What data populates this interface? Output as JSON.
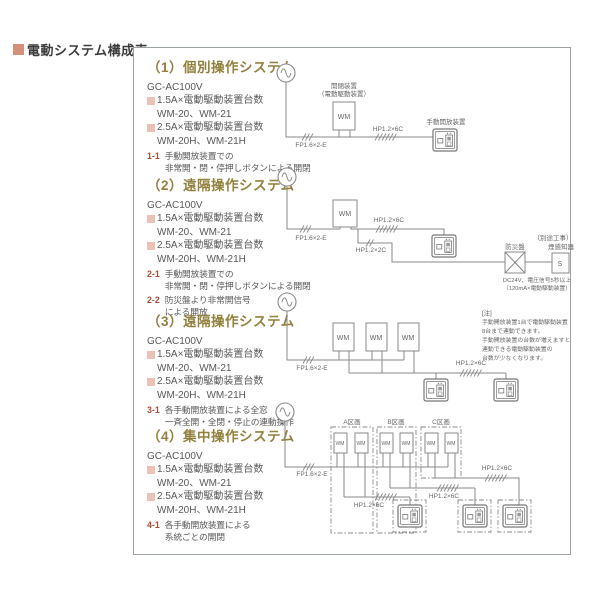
{
  "page_title": "電動システム構成表",
  "colors": {
    "heading_gold": "#92803e",
    "note_number_rust": "#b14c33",
    "spec_bullet_pink": "#eac2b7",
    "title_bullet_salmon": "#d4907a",
    "diagram_line_gray": "#8a8a8a",
    "frame_border": "#9aa3a1"
  },
  "sections": [
    {
      "heading": "（1）個別操作システム",
      "model": "GC-AC100V",
      "specs": [
        {
          "label": "1.5A×電動駆動装置台数",
          "models": "WM-20、WM-21"
        },
        {
          "label": "2.5A×電動駆動装置台数",
          "models": "WM-20H、WM-21H"
        }
      ],
      "notes": [
        {
          "num": "1-1",
          "lines": [
            "手動開放装置での",
            "非常開・閉・停押しボタンによる開閉"
          ]
        }
      ]
    },
    {
      "heading": "（2）遠隔操作システム",
      "model": "GC-AC100V",
      "specs": [
        {
          "label": "1.5A×電動駆動装置台数",
          "models": "WM-20、WM-21"
        },
        {
          "label": "2.5A×電動駆動装置台数",
          "models": "WM-20H、WM-21H"
        }
      ],
      "notes": [
        {
          "num": "2-1",
          "lines": [
            "手動開放装置での",
            "非常開・閉・停押しボタンによる開閉"
          ]
        },
        {
          "num": "2-2",
          "lines": [
            "防災盤より非常開信号",
            "による開放"
          ]
        }
      ]
    },
    {
      "heading": "（3）遠隔操作システム",
      "model": "GC-AC100V",
      "specs": [
        {
          "label": "1.5A×電動駆動装置台数",
          "models": "WM-20、WM-21"
        },
        {
          "label": "2.5A×電動駆動装置台数",
          "models": "WM-20H、WM-21H"
        }
      ],
      "notes": [
        {
          "num": "3-1",
          "lines": [
            "各手動開放装置による全窓",
            "一斉全開・全閉・停止の連動操作"
          ]
        }
      ]
    },
    {
      "heading": "（4）集中操作システム",
      "model": "GC-AC100V",
      "specs": [
        {
          "label": "1.5A×電動駆動装置台数",
          "models": "WM-20、WM-21"
        },
        {
          "label": "2.5A×電動駆動装置台数",
          "models": "WM-20H、WM-21H"
        }
      ],
      "notes": [
        {
          "num": "4-1",
          "lines": [
            "各手動開放装置による",
            "系統ごとの開閉"
          ]
        }
      ]
    }
  ],
  "diagram": {
    "wm_label": "WM",
    "cables": {
      "fp": "FP1.6×2-E",
      "hp6": "HP1.2×6C",
      "hp2": "HP1.2×2C"
    },
    "labels": {
      "switchgear_1": "開閉装置",
      "switchgear_2": "（電動駆動装置）",
      "manual_release": "手動開放装置",
      "separate_work": "（別途工事）",
      "disaster_panel": "防災盤",
      "smoke_detector": "煙感知器",
      "smoke_s": "S",
      "dc_line1": "DC24V、電圧信号5秒以上",
      "dc_line2": "（120mA×電動駆動装置）",
      "zone_a": "A区画",
      "zone_b": "B区画",
      "zone_c": "C区画"
    },
    "note": {
      "title": "[注]",
      "lines": [
        "手動開放装置1台で電動駆動装置",
        "8台まで連動できます。",
        "手動開放装置の台数が増えますと",
        "連動できる電動駆動装置の",
        "台数が少なくなります。"
      ]
    }
  }
}
